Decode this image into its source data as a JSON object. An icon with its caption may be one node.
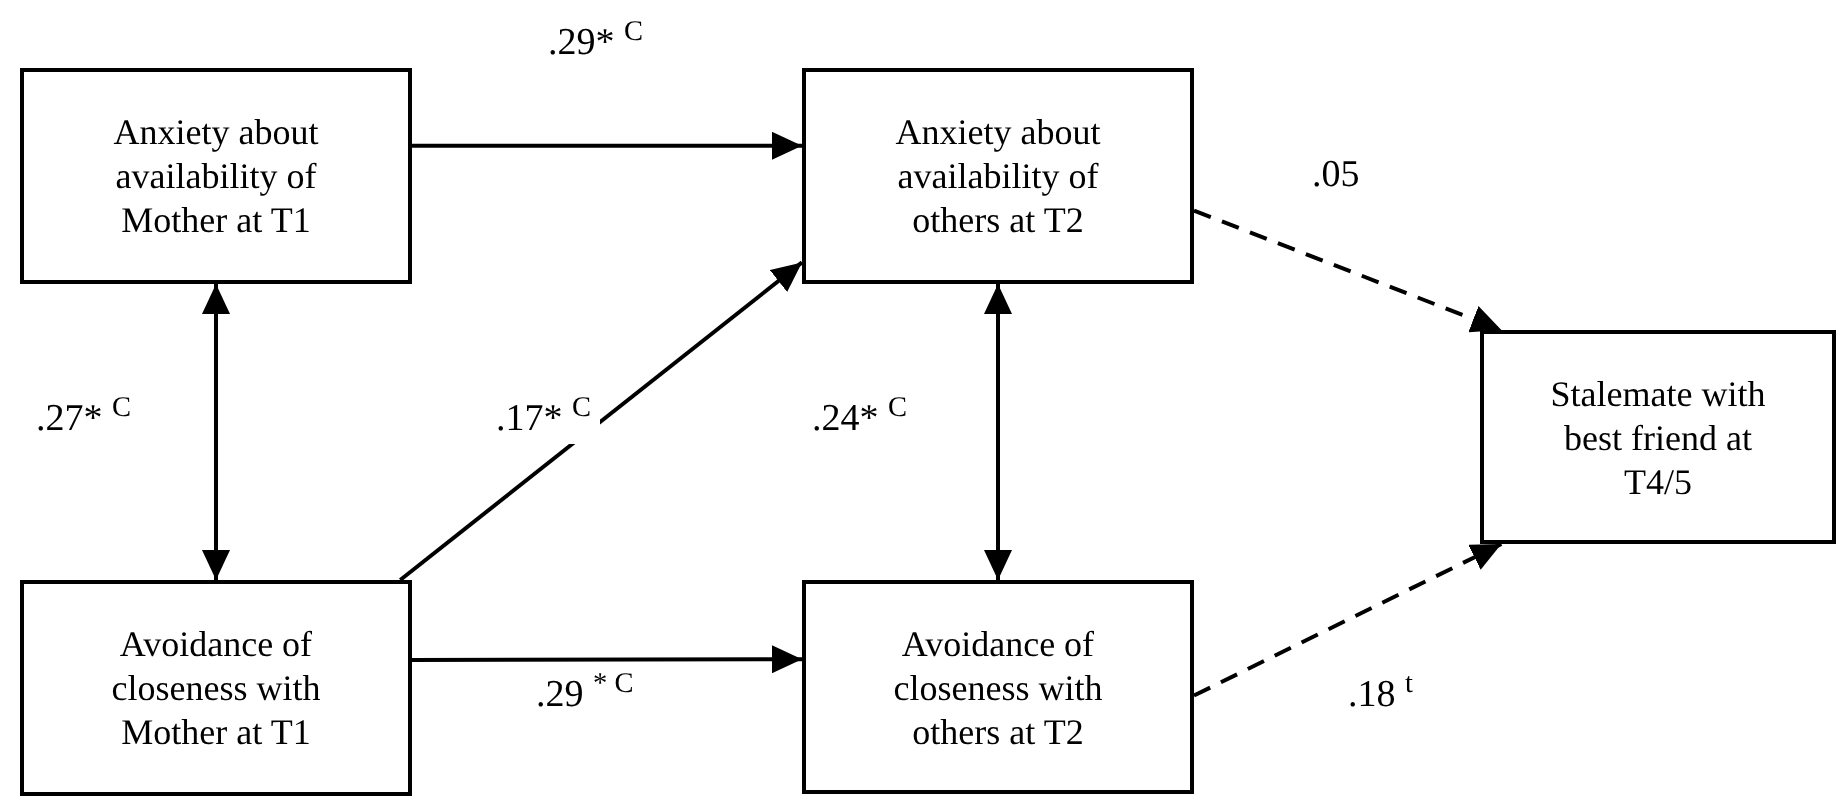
{
  "diagram": {
    "nodes": [
      {
        "text": [
          "Anxiety about availability of Mother at T1"
        ]
      },
      {
        "text": [
          "Anxiety about availability of others at T2"
        ]
      },
      {
        "text": [
          "Stalemate with best friend at T4/5"
        ]
      },
      {
        "text": [
          "Avoidance of closeness with Mother at T1"
        ]
      },
      {
        "text": [
          "Avoidance of closeness with others at T2"
        ]
      }
    ],
    "edges": [
      {
        "from": 0,
        "to": 1,
        "arrow": "to",
        "label": ".29* $^{C}$"
      },
      {
        "from": 0,
        "to": 3,
        "arrow": "both",
        "label": ".27* $^{C}$"
      },
      {
        "from": 3,
        "to": 1,
        "arrow": "to",
        "label": ".17* $^{C}$"
      },
      {
        "from": 1,
        "to": 4,
        "arrow": "both",
        "label": ".24* $^{C}$"
      },
      {
        "from": 3,
        "to": 4,
        "arrow": "to",
        "label": ".29 $^{* C}$"
      },
      {
        "from": 1,
        "to": 2,
        "arrow": "to",
        "label": ".05",
        "style": "dashed"
      },
      {
        "from": 4,
        "to": 2,
        "arrow": "to",
        "label": ".18 $^{t}$",
        "style": "dashed"
      }
    ]
  }
}
